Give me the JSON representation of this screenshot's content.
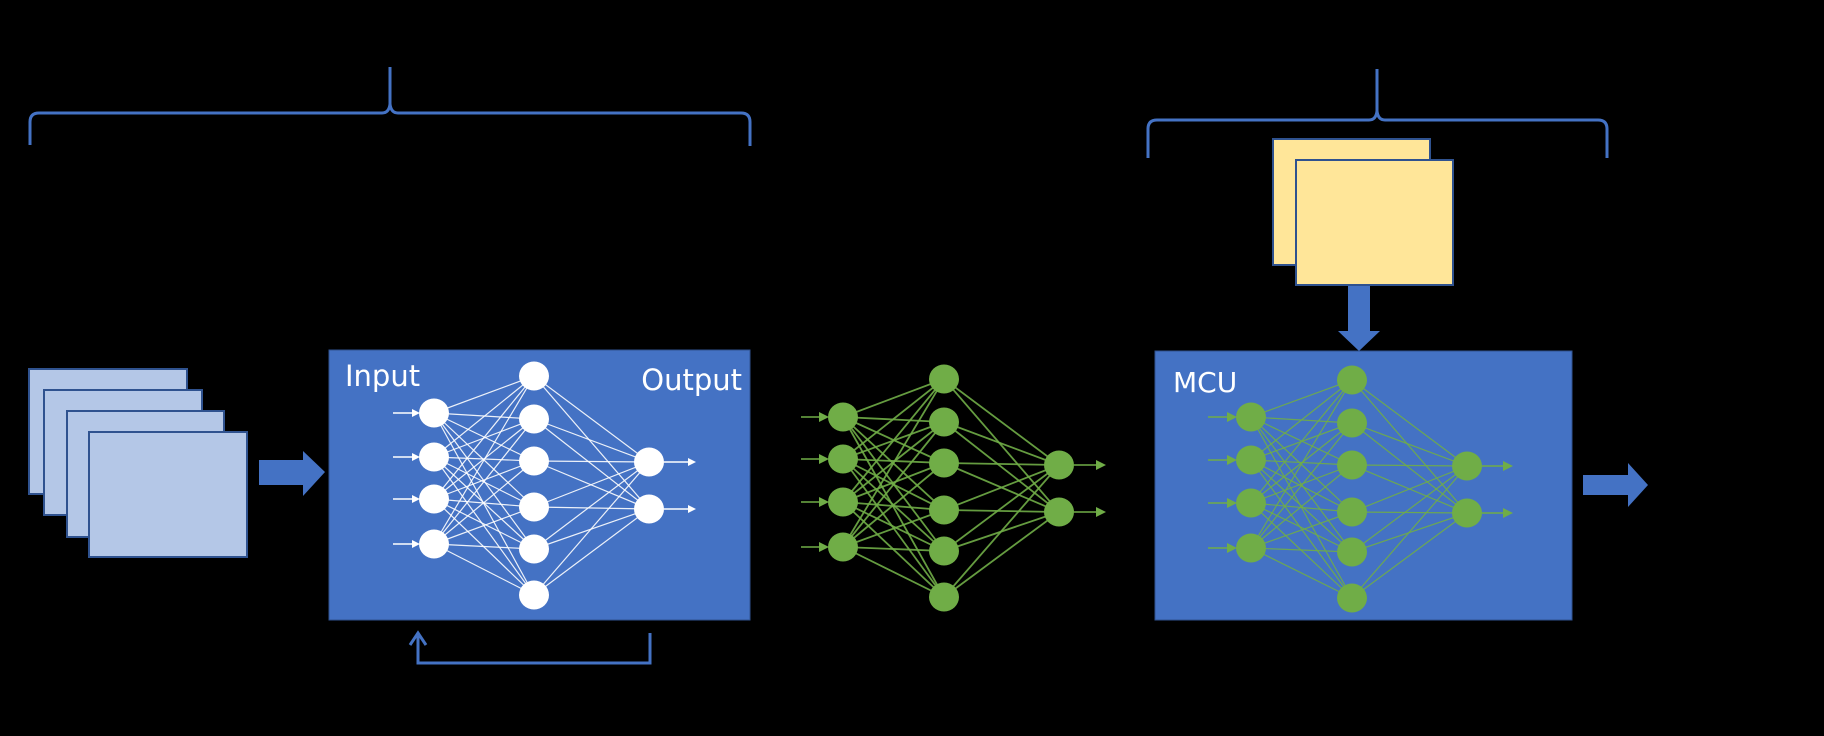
{
  "diagram": {
    "title": "",
    "background_color": "#000000",
    "colors": {
      "primary_blue": "#4472C4",
      "light_blue_frame": "#B4C7E7",
      "frame_border": "#2F528F",
      "brace_blue": "#4472C4",
      "yellow_card": "#FFE699",
      "green_network": "#70AD47",
      "white_network": "#FFFFFF"
    },
    "training_stage": {
      "input_frames_count": 4,
      "network_box": {
        "input_label": "Input",
        "output_label": "Output"
      },
      "network_layers": [
        4,
        6,
        2
      ],
      "feedback_loop": true
    },
    "trained_model": {
      "network_layers": [
        4,
        6,
        2
      ]
    },
    "deployment_stage": {
      "mcu_label": "MCU",
      "input_cards_count": 2,
      "network_layers": [
        4,
        6,
        2
      ]
    }
  }
}
